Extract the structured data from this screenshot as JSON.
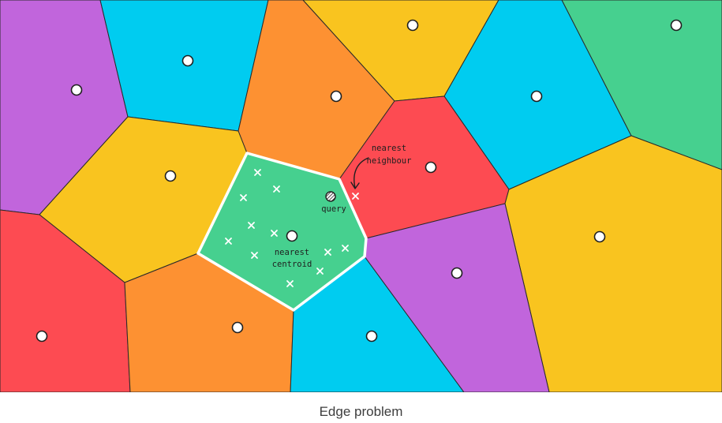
{
  "diagram": {
    "colors": {
      "purple": "#c165dc",
      "blue": "#00ccf0",
      "orange": "#fd9132",
      "yellow": "#f9c41f",
      "green": "#46d08f",
      "red": "#fd4b52",
      "outline": "#2a2a2a",
      "highlight_border": "#ffffff",
      "centroid_fill": "#ffffff"
    },
    "labels": {
      "query": "query",
      "nearest_neighbour_line1": "nearest",
      "nearest_neighbour_line2": "neighbour",
      "nearest_centroid_line1": "nearest",
      "nearest_centroid_line2": "centroid"
    },
    "query_marker": "hatched-circle",
    "neighbour_marker": "x-mark",
    "centroid_marker": "white-circle"
  },
  "caption": "Edge problem"
}
